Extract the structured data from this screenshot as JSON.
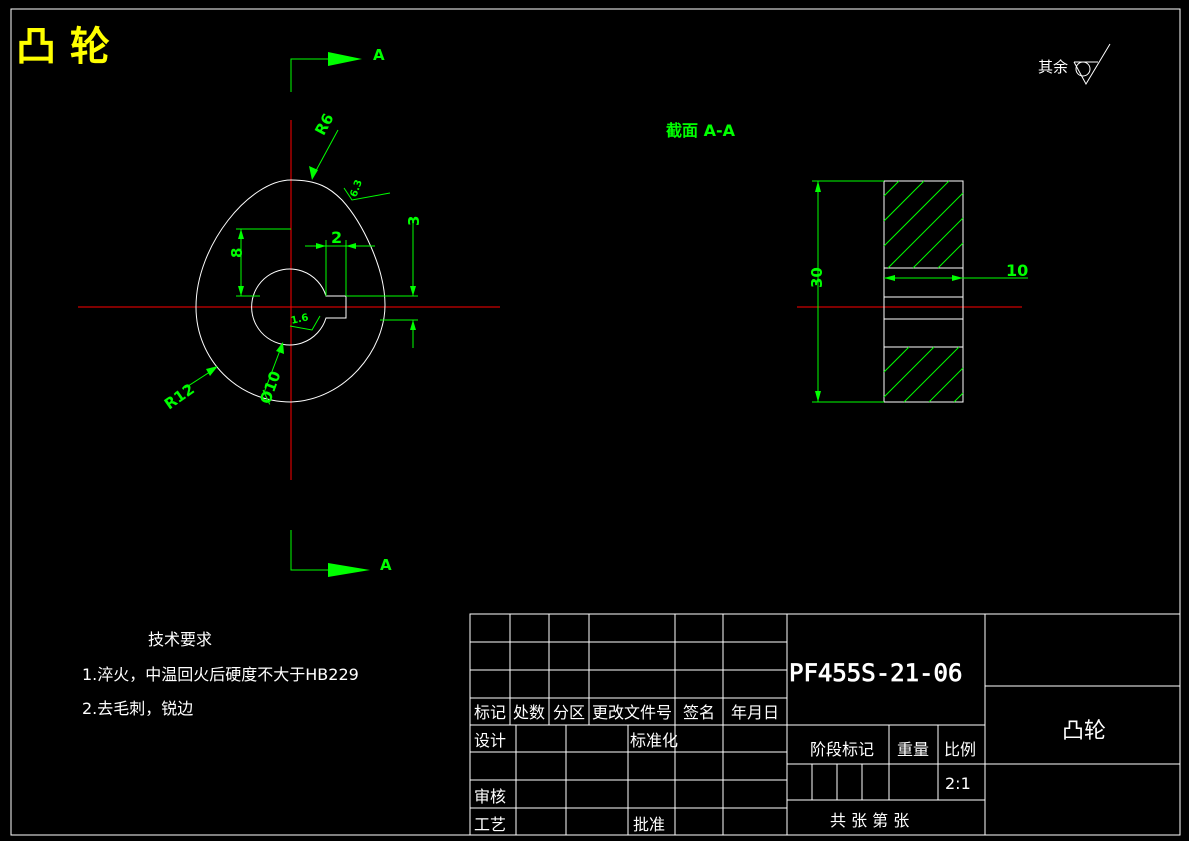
{
  "title": "凸 轮",
  "section_label_left": "A",
  "section_label_bottom": "A",
  "section_view_title": "截面  A-A",
  "roughness_note": "其余",
  "dimensions": {
    "r6": "R6",
    "r12": "R12",
    "d10": "Ø10",
    "d2": "2",
    "d3": "3",
    "d8": "8",
    "d63": "6.3",
    "d16": "1.6",
    "d30": "30",
    "d10_width": "10"
  },
  "tech_requirements": {
    "heading": "技术要求",
    "items": [
      "1.淬火，中温回火后硬度不大于HB229",
      "2.去毛刺，锐边"
    ]
  },
  "title_block": {
    "drawing_number": "PF455S-21-06",
    "part_name": "凸轮",
    "headers": [
      "标记",
      "处数",
      "分区",
      "更改文件号",
      "签名",
      "年月日"
    ],
    "design": "设计",
    "standardize": "标准化",
    "review": "审核",
    "process": "工艺",
    "approve": "批准",
    "stage_mark": "阶段标记",
    "weight": "重量",
    "scale_label": "比例",
    "scale_value": "2:1",
    "sheets": "共  张 第  张"
  }
}
